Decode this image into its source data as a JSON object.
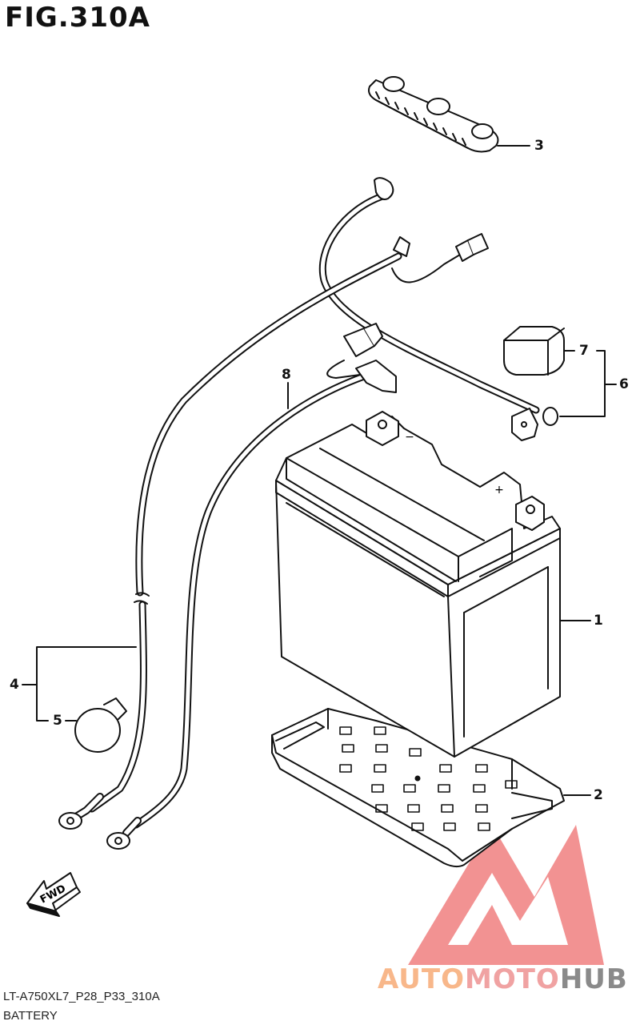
{
  "figure": {
    "title": "FIG.310A"
  },
  "callouts": [
    {
      "id": "1",
      "label": "1"
    },
    {
      "id": "2",
      "label": "2"
    },
    {
      "id": "3",
      "label": "3"
    },
    {
      "id": "4",
      "label": "4"
    },
    {
      "id": "5",
      "label": "5"
    },
    {
      "id": "6",
      "label": "6"
    },
    {
      "id": "7",
      "label": "7"
    },
    {
      "id": "8",
      "label": "8"
    }
  ],
  "direction_arrow": {
    "label": "FWD"
  },
  "terminal_marks": {
    "negative": "−",
    "positive": "+"
  },
  "captions": {
    "model_code": "LT-A750XL7_P28_P33_310A",
    "section_name": "BATTERY"
  },
  "watermark": {
    "part1": "AUTO",
    "part2": "MOTO",
    "part3": "HUB",
    "colors": {
      "auto": "#f8b78a",
      "moto": "#f0a2a2",
      "hub": "#8a8a8a",
      "triangle": "#f08080"
    }
  }
}
